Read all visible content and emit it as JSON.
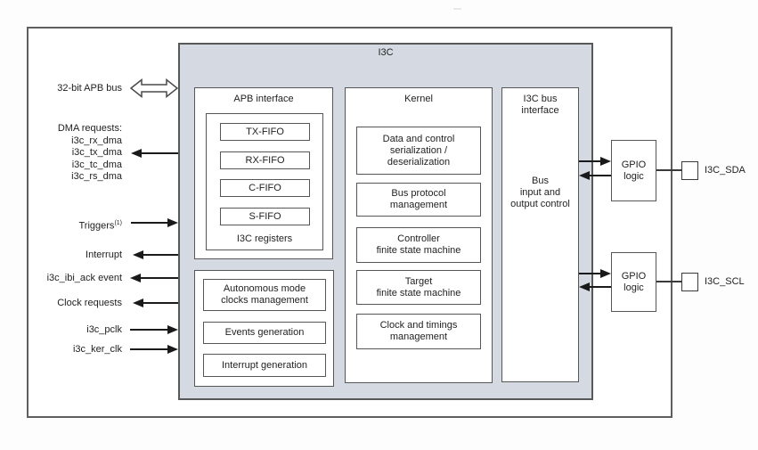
{
  "diagram": {
    "title": "I3C",
    "colors": {
      "block_fill": "#d5dae2",
      "line": "#1a1a1a",
      "box_border": "#565656"
    }
  },
  "signals": {
    "apb_bus": "32-bit APB bus",
    "dma_header": "DMA requests:",
    "dma_items": [
      "i3c_rx_dma",
      "i3c_tx_dma",
      "i3c_tc_dma",
      "i3c_rs_dma"
    ],
    "triggers": "Triggers",
    "triggers_note": "(1)",
    "interrupt": "Interrupt",
    "ibi_ack": "i3c_ibi_ack event",
    "clock_requests": "Clock requests",
    "pclk": "i3c_pclk",
    "ker_clk": "i3c_ker_clk"
  },
  "apb_interface": {
    "title": "APB interface",
    "fifos": [
      "TX-FIFO",
      "RX-FIFO",
      "C-FIFO",
      "S-FIFO"
    ],
    "registers_label": "I3C registers"
  },
  "clocks_box": {
    "autonomous": "Autonomous mode\nclocks management",
    "events": "Events generation",
    "interrupt_gen": "Interrupt generation"
  },
  "kernel": {
    "title": "Kernel",
    "serialization": "Data and control\nserialization /\ndeserialization",
    "bus_protocol": "Bus protocol\nmanagement",
    "controller_fsm": "Controller\nfinite state machine",
    "target_fsm": "Target\nfinite state machine",
    "clock_timings": "Clock and timings\nmanagement"
  },
  "bus_interface": {
    "title": "I3C bus\ninterface",
    "control": "Bus\ninput and\noutput control"
  },
  "gpio": {
    "logic_label": "GPIO\nlogic",
    "sda_pad": "I3C_SDA",
    "scl_pad": "I3C_SCL"
  }
}
